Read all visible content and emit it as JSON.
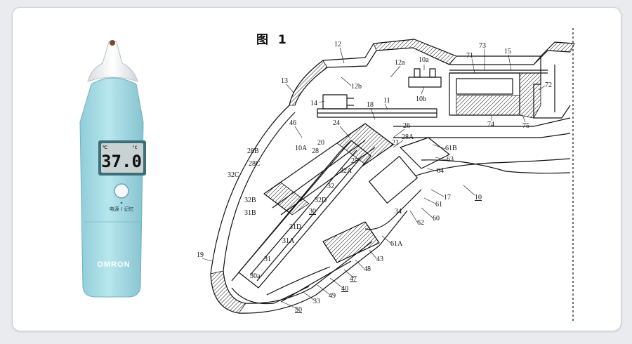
{
  "device": {
    "lcd_small_left": "℃",
    "lcd_small_right": "°C",
    "lcd_reading": "37.0",
    "button_caption": "电源 / 记忆",
    "brand": "OMRON"
  },
  "figure": {
    "title": "图 1",
    "labels": [
      {
        "text": "12",
        "u": false
      },
      {
        "text": "12a",
        "u": false
      },
      {
        "text": "12b",
        "u": false
      },
      {
        "text": "10a",
        "u": false
      },
      {
        "text": "10b",
        "u": false
      },
      {
        "text": "71",
        "u": false
      },
      {
        "text": "73",
        "u": false
      },
      {
        "text": "15",
        "u": false
      },
      {
        "text": "72",
        "u": false
      },
      {
        "text": "13",
        "u": false
      },
      {
        "text": "14",
        "u": false
      },
      {
        "text": "11",
        "u": false
      },
      {
        "text": "18",
        "u": false
      },
      {
        "text": "74",
        "u": false
      },
      {
        "text": "75",
        "u": false
      },
      {
        "text": "46",
        "u": false
      },
      {
        "text": "24",
        "u": false
      },
      {
        "text": "26",
        "u": false
      },
      {
        "text": "28A",
        "u": false
      },
      {
        "text": "20",
        "u": false
      },
      {
        "text": "21",
        "u": false
      },
      {
        "text": "61B",
        "u": false
      },
      {
        "text": "28B",
        "u": false
      },
      {
        "text": "10A",
        "u": false
      },
      {
        "text": "28",
        "u": false
      },
      {
        "text": "25",
        "u": false
      },
      {
        "text": "63",
        "u": false
      },
      {
        "text": "28C",
        "u": false
      },
      {
        "text": "32A",
        "u": false
      },
      {
        "text": "64",
        "u": false
      },
      {
        "text": "32C",
        "u": false
      },
      {
        "text": "10",
        "u": true
      },
      {
        "text": "17",
        "u": false
      },
      {
        "text": "32",
        "u": false
      },
      {
        "text": "61",
        "u": false
      },
      {
        "text": "32B",
        "u": false
      },
      {
        "text": "32D",
        "u": false
      },
      {
        "text": "34",
        "u": false
      },
      {
        "text": "31B",
        "u": false
      },
      {
        "text": "30",
        "u": true
      },
      {
        "text": "60",
        "u": false
      },
      {
        "text": "62",
        "u": false
      },
      {
        "text": "31D",
        "u": false
      },
      {
        "text": "31A",
        "u": false
      },
      {
        "text": "61A",
        "u": false
      },
      {
        "text": "19",
        "u": false
      },
      {
        "text": "31",
        "u": false
      },
      {
        "text": "43",
        "u": false
      },
      {
        "text": "48",
        "u": false
      },
      {
        "text": "30a",
        "u": false
      },
      {
        "text": "47",
        "u": true
      },
      {
        "text": "40",
        "u": true
      },
      {
        "text": "49",
        "u": false
      },
      {
        "text": "33",
        "u": false
      },
      {
        "text": "50",
        "u": true
      }
    ]
  },
  "colors": {
    "device_body": "#a9dde6",
    "device_tip": "#eef1f3",
    "lcd_bg": "#c9d2d2",
    "brand_text": "#ffffff"
  }
}
